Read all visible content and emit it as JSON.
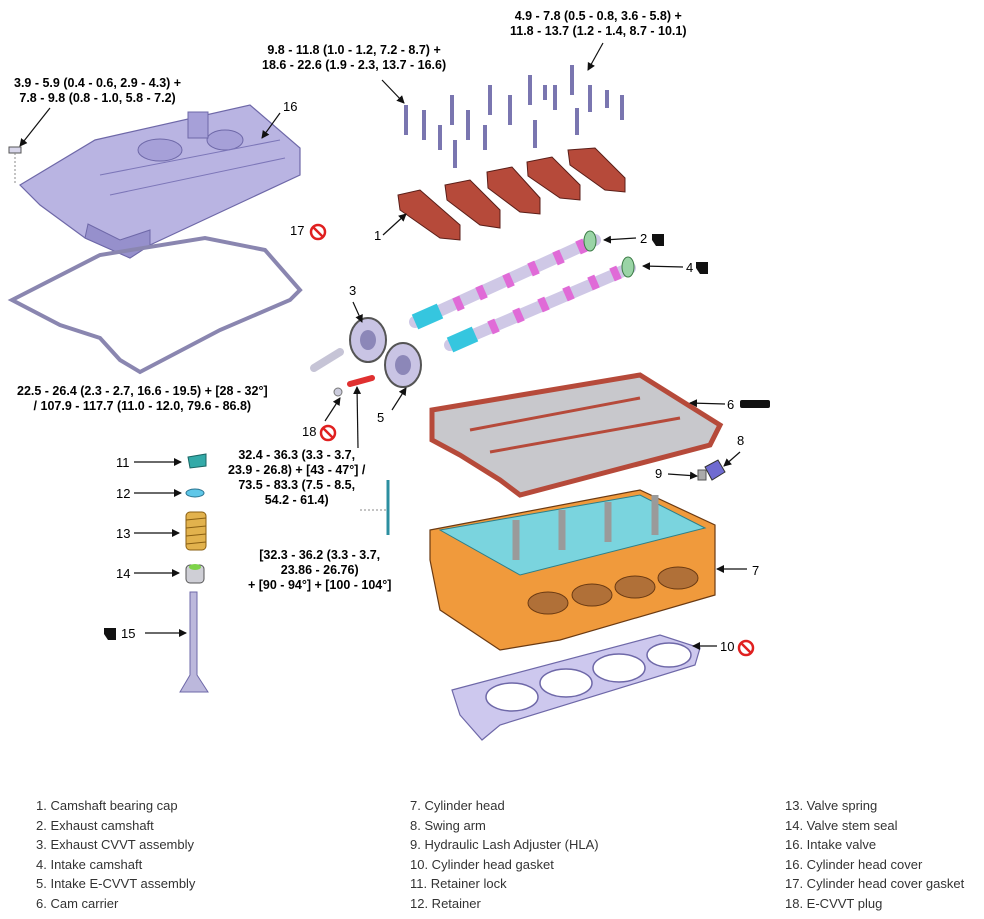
{
  "torque_specs": [
    "3.9 - 5.9 (0.4 - 0.6, 2.9 - 4.3) +\n7.8 - 9.8 (0.8 - 1.0, 5.8 - 7.2)",
    "9.8 - 11.8 (1.0 - 1.2, 7.2 - 8.7) +\n18.6 - 22.6 (1.9 - 2.3, 13.7 - 16.6)",
    "4.9 - 7.8 (0.5 - 0.8, 3.6 - 5.8) +\n11.8 - 13.7 (1.2 - 1.4, 8.7 - 10.1)",
    "22.5 - 26.4 (2.3 - 2.7, 16.6 - 19.5) + [28 - 32°]\n/ 107.9 - 117.7 (11.0 - 12.0, 79.6 - 86.8)",
    "32.4 - 36.3 (3.3 - 3.7,\n23.9 - 26.8) + [43 - 47°] /\n73.5 - 83.3 (7.5 - 8.5,\n54.2 - 61.4)",
    "[32.3 - 36.2 (3.3 - 3.7,\n23.86 - 26.76)\n+ [90 - 94°] + [100 - 104°]"
  ],
  "callouts": [
    "1",
    "2",
    "3",
    "4",
    "5",
    "6",
    "7",
    "8",
    "9",
    "10",
    "11",
    "12",
    "13",
    "14",
    "15",
    "16",
    "17",
    "18"
  ],
  "legend": [
    [
      "1. Camshaft bearing cap",
      "2. Exhaust camshaft",
      "3. Exhaust CVVT assembly",
      "4. Intake camshaft",
      "5. Intake E-CVVT assembly",
      "6. Cam carrier"
    ],
    [
      "7. Cylinder head",
      "8. Swing arm",
      "9. Hydraulic Lash Adjuster (HLA)",
      "10. Cylinder head gasket",
      "11. Retainer lock",
      "12. Retainer"
    ],
    [
      "13. Valve spring",
      "14. Valve stem seal",
      "16. Intake valve",
      "16. Cylinder head cover",
      "17. Cylinder head cover gasket",
      "18. E-CVVT plug"
    ]
  ],
  "colors": {
    "part_fill": "#b9b4e2",
    "part_edge": "#6e68a8",
    "gasket_fill": "#cdc8ee",
    "bracket_red": "#b64a3a",
    "head_orange": "#f09a3c",
    "cam_cyan": "#35c6df",
    "cam_pink": "#e06bd7",
    "spring_gold": "#e2b24d",
    "no_reuse_red": "#e02020"
  },
  "icons": [
    "no-reuse-icon",
    "oil-can-icon",
    "sealant-icon"
  ]
}
